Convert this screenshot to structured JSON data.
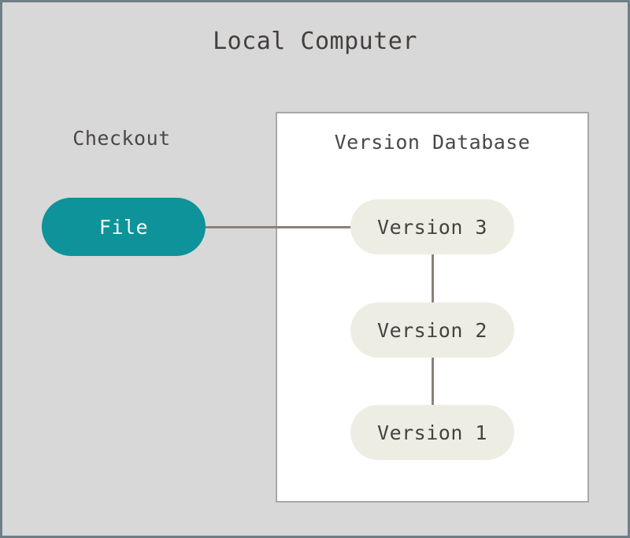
{
  "diagram": {
    "title": "Local Computer",
    "background_color": "#d8d8d8",
    "border_color": "#6f7f87",
    "checkout": {
      "label": "Checkout",
      "node": {
        "label": "File",
        "fill_color": "#0d9399",
        "text_color": "#f7f7f5"
      }
    },
    "version_database": {
      "title": "Version Database",
      "panel_fill": "#ffffff",
      "panel_border": "#a8a8a8",
      "node_fill": "#eeede4",
      "node_text_color": "#46423f",
      "nodes": [
        {
          "label": "Version 3"
        },
        {
          "label": "Version 2"
        },
        {
          "label": "Version 1"
        }
      ]
    },
    "connectors": {
      "color": "#8a8179",
      "edges": [
        {
          "from": "File",
          "to": "Version 3",
          "orientation": "horizontal"
        },
        {
          "from": "Version 3",
          "to": "Version 2",
          "orientation": "vertical"
        },
        {
          "from": "Version 2",
          "to": "Version 1",
          "orientation": "vertical"
        }
      ]
    }
  }
}
